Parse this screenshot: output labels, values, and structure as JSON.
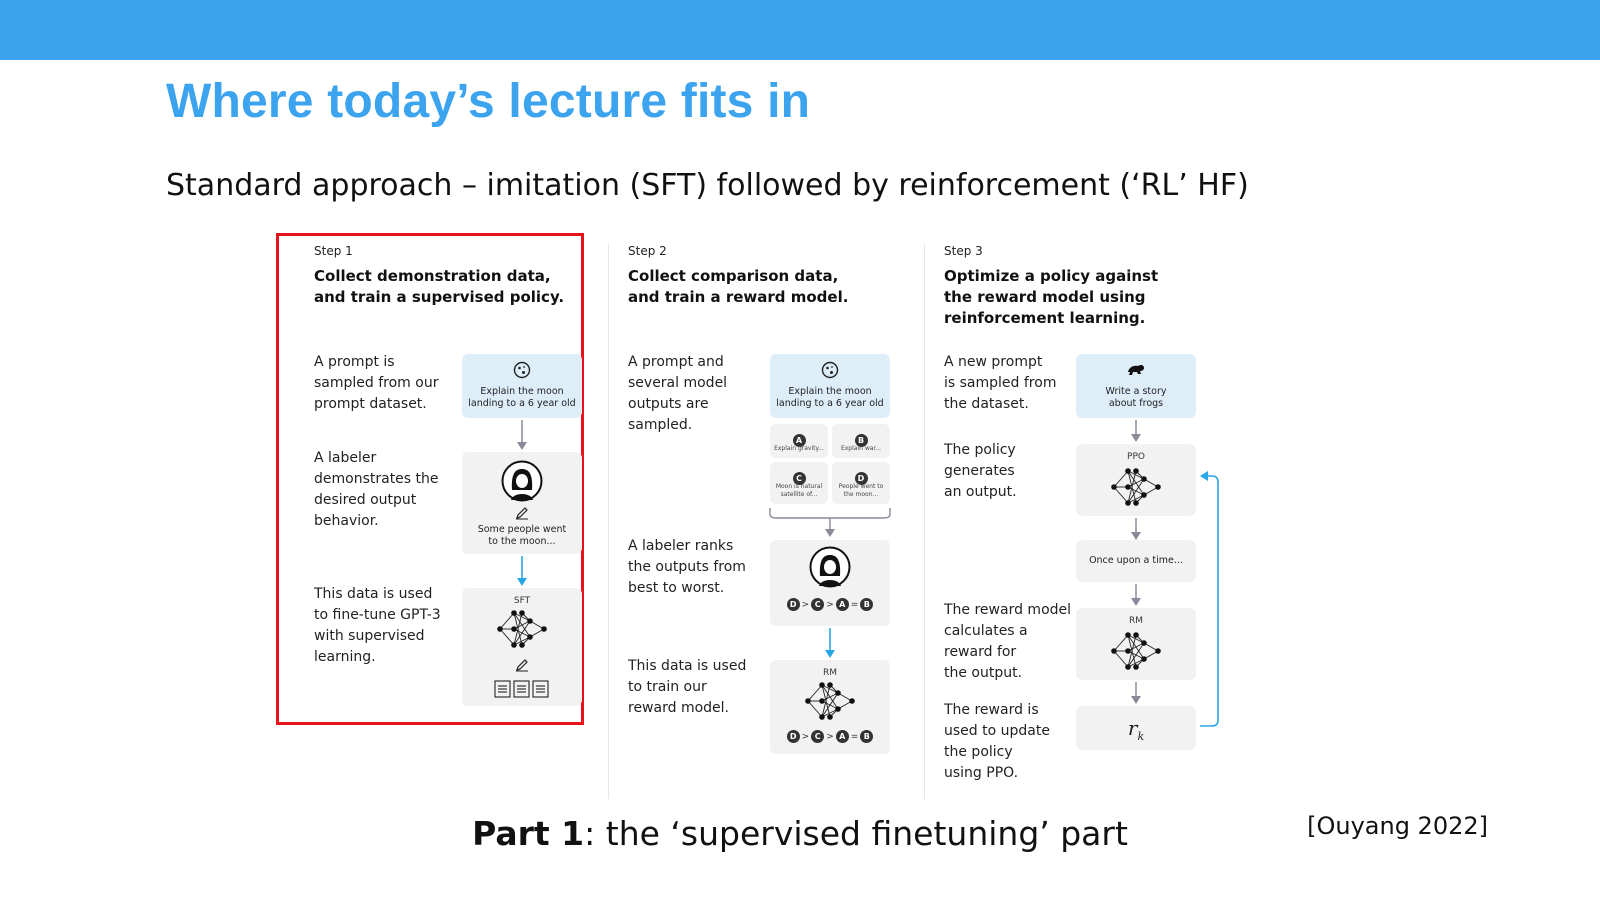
{
  "slide": {
    "title": "Where today’s lecture fits in",
    "subtitle": "Standard approach – imitation (SFT) followed by reinforcement (‘RL’ HF)",
    "footer_bold": "Part 1",
    "footer_rest": ": the ‘supervised finetuning’ part",
    "citation": "[Ouyang 2022]",
    "highlight_color": "#e8131a",
    "accent_color": "#3ca3ef"
  },
  "steps": [
    {
      "label": "Step 1",
      "heading_l1": "Collect demonstration data,",
      "heading_l2": "and train a supervised policy.",
      "d1": [
        "A prompt is",
        "sampled from our",
        "prompt dataset."
      ],
      "d2": [
        "A labeler",
        "demonstrates the",
        "desired output",
        "behavior."
      ],
      "d3": [
        "This data is used",
        "to fine-tune GPT-3",
        "with supervised",
        "learning."
      ],
      "prompt_box": [
        "Explain the moon",
        "landing to a 6 year old"
      ],
      "demo_box": [
        "Some people went",
        "to the moon..."
      ],
      "model_label": "SFT"
    },
    {
      "label": "Step 2",
      "heading_l1": "Collect comparison data,",
      "heading_l2": "and train a reward model.",
      "d1": [
        "A prompt and",
        "several model",
        "outputs are",
        "sampled."
      ],
      "d2": [
        "A labeler ranks",
        "the outputs from",
        "best to worst."
      ],
      "d3": [
        "This data is used",
        "to train our",
        "reward model."
      ],
      "prompt_box": [
        "Explain the moon",
        "landing to a 6 year old"
      ],
      "outputs": [
        {
          "badge": "A",
          "text": [
            "Explain gravity..."
          ]
        },
        {
          "badge": "B",
          "text": [
            "Explain war..."
          ]
        },
        {
          "badge": "C",
          "text": [
            "Moon is natural",
            "satellite of..."
          ]
        },
        {
          "badge": "D",
          "text": [
            "People went to",
            "the moon..."
          ]
        }
      ],
      "ranking": [
        "D",
        ">",
        "C",
        ">",
        "A",
        "=",
        "B"
      ],
      "model_label": "RM"
    },
    {
      "label": "Step 3",
      "heading_l1": "Optimize a policy against",
      "heading_l2": "the reward model using",
      "heading_l3": "reinforcement learning.",
      "d1": [
        "A new prompt",
        "is sampled from",
        "the dataset."
      ],
      "d2": [
        "The policy",
        "generates",
        "an output."
      ],
      "d3": [
        "The reward model",
        "calculates a",
        "reward for",
        "the output."
      ],
      "d4": [
        "The reward is",
        "used to update",
        "the policy",
        "using PPO."
      ],
      "prompt_box": [
        "Write a story",
        "about frogs"
      ],
      "policy_label": "PPO",
      "output_text": "Once upon a time...",
      "rm_label": "RM",
      "reward_symbol": "r",
      "reward_sub": "k"
    }
  ]
}
